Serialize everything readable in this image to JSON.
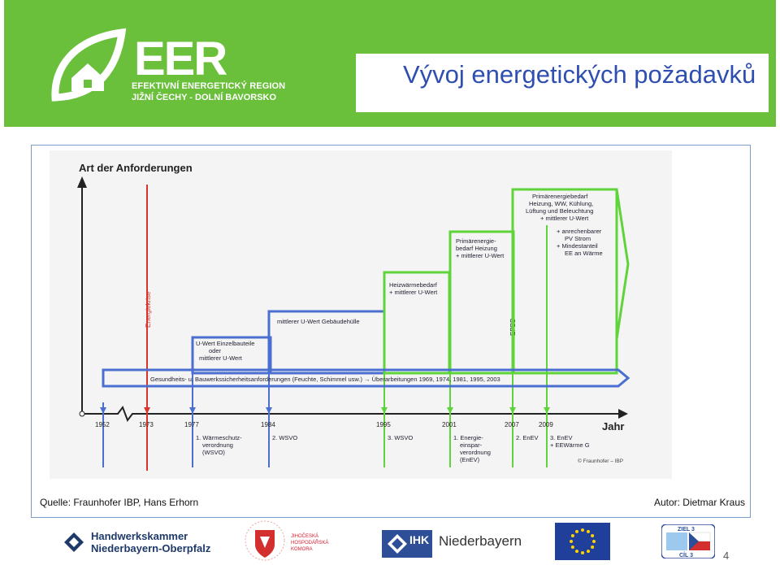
{
  "header": {
    "logo": {
      "mark": "EER",
      "line1": "EFEKTIVNÍ ENERGETICKÝ REGION",
      "line2": "JIŽNÍ ČECHY - DOLNÍ BAVORSKO"
    },
    "title": "Vývoj energetických požadavků"
  },
  "diagram": {
    "heading": "Art der Anforderungen",
    "x_axis_label": "Jahr",
    "years": [
      "1952",
      "1973",
      "1977",
      "1984",
      "1995",
      "2001",
      "2007",
      "2009"
    ],
    "crisis_label": "Energiekrise",
    "epbd_label": "EPBD",
    "bottom_bar": "Gesundheits- u. Bauwerkssicherheitsanforderungen (Feuchte, Schimmel usw.) → Überarbeitungen 1969, 1974, 1981, 1995, 2003",
    "steps": [
      {
        "lines": [
          "U-Wert Einzelbauteile",
          "oder",
          "mittlerer U-Wert"
        ]
      },
      {
        "lines": [
          "mittlerer U-Wert Gebäudehülle"
        ]
      },
      {
        "lines": [
          "Heizwärmebedarf",
          "+ mittlerer U-Wert"
        ]
      },
      {
        "lines": [
          "Primärenergie-",
          "bedarf Heizung",
          "+ mittlerer U-Wert"
        ]
      },
      {
        "lines": [
          "Primärenergiebedarf",
          "Heizung, WW, Kühlung,",
          "Lüftung und Beleuchtung",
          "+ mittlerer U-Wert"
        ]
      }
    ],
    "addons": [
      "+ anrechenbarer",
      "PV Strom",
      "+ Mindestanteil",
      "EE an Wärme"
    ],
    "regulations": [
      {
        "lines": [
          "1. Wärmeschutz-",
          "verordnung",
          "(WSVO)"
        ]
      },
      {
        "lines": [
          "2. WSVO"
        ]
      },
      {
        "lines": [
          "3. WSVO"
        ]
      },
      {
        "lines": [
          "1. Energie-",
          "einspar-",
          "verordnung",
          "(EnEV)"
        ]
      },
      {
        "lines": [
          "2. EnEV"
        ]
      },
      {
        "lines": [
          "3. EnEV",
          "+ EEWärme G"
        ]
      }
    ],
    "copyright": "© Fraunhofer – IBP"
  },
  "source": "Quelle: Fraunhofer IBP, Hans Erhorn",
  "author": "Autor: Dietmar Kraus",
  "footer": {
    "hwk_line1": "Handwerkskammer",
    "hwk_line2": "Niederbayern-Oberpfalz",
    "ok_lines": [
      "JIHOČESKÁ",
      "HOSPODÁŘSKÁ",
      "KOMORA"
    ],
    "ihk": "IHK",
    "ihk_region": "Niederbayern",
    "ziel": "ZIEL 3",
    "cil": "CÍL 3",
    "page": "4"
  },
  "colors": {
    "header_green": "#6abf3b",
    "title_blue": "#2f4fb0",
    "blue": "#4a6fd0",
    "red": "#d9342b",
    "green": "#5fd43a"
  }
}
